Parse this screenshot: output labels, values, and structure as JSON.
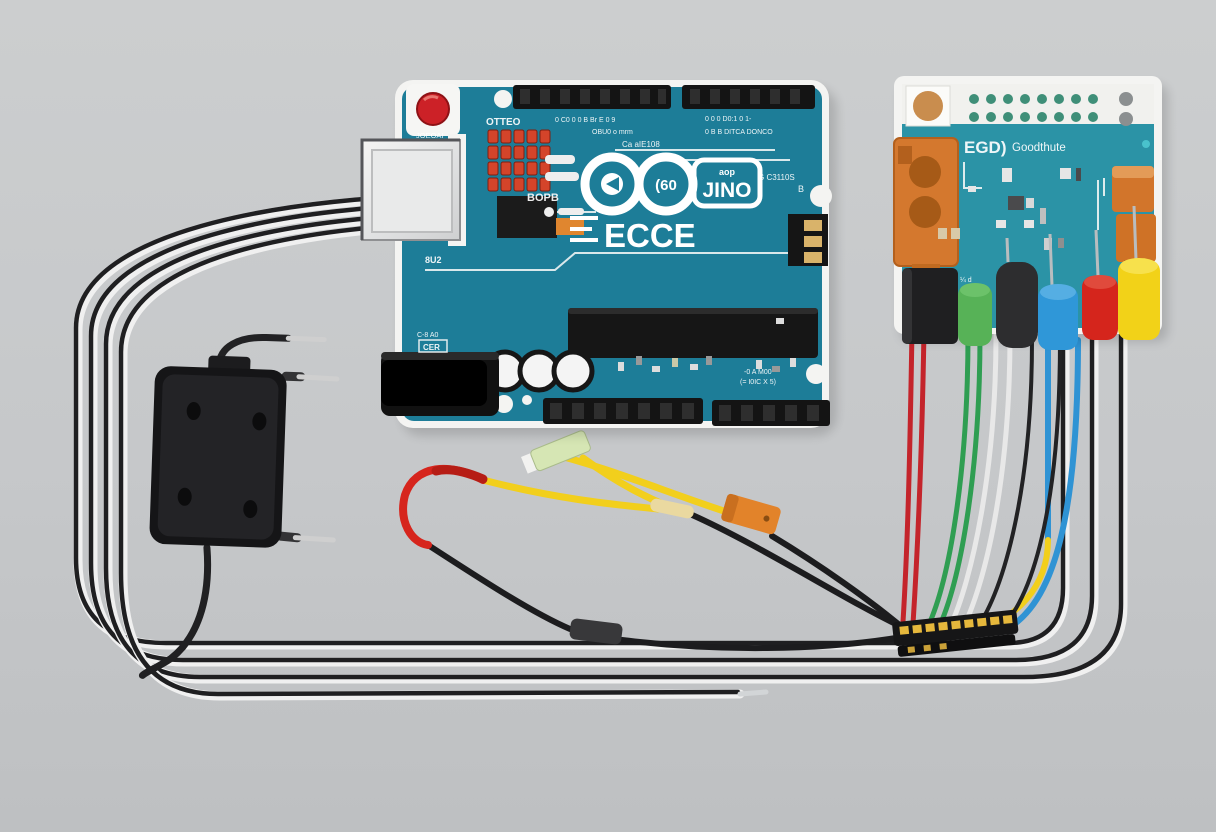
{
  "scene": {
    "description": "3D rendered wiring illustration: an Arduino Uno style board connected by jumper wires to a teal sensor/driver module, with a black power adapter on the left",
    "background_color": "#c7c9cb"
  },
  "palette": {
    "arduino_pcb": "#1d7d98",
    "module_pcb": "#2b93a6",
    "board_edge": "#f4f4f2",
    "orange_part": "#d4782e",
    "wire_black": "#1f1f21",
    "wire_white": "#f0f0f0",
    "wire_red": "#c4242b",
    "wire_green": "#2f9e52",
    "wire_blue": "#2f93d4",
    "wire_yellow": "#f2cf1c",
    "connector_gold": "#e6b83c"
  },
  "arduino_board": {
    "name": "arduino-uno-board",
    "silkscreen": {
      "reset": "OTTEO",
      "under_reset": "JOEOAI",
      "header_left_row": "0 C0   0 0 B  Br   E 0 9",
      "header_mid": "OBU0 o mrm",
      "part_no": "Ca aIE108",
      "header_right_row1": "0 0 0  D0:1  0  1-",
      "header_right_row2": "0 B B  DITCA DONCO",
      "label_bopb": "BOPB",
      "infinity_text": "(60",
      "logo_top": "aop",
      "logo_box": "JINO",
      "ref_right": "G C3110S",
      "ref_b": "B",
      "brand_word": "ECCE",
      "left_ref": "8U2",
      "bl_ref": "C-8 A0",
      "bl_box": "CER",
      "br_row1": "-0 A M00",
      "br_row2": "(= I0IC X 5)"
    }
  },
  "right_board": {
    "name": "sensor-module-board",
    "silkscreen": {
      "brand": "EGD)",
      "title": "Goodthute",
      "note": "¼ d"
    },
    "connector_caps": [
      "black",
      "green",
      "black",
      "blue",
      "red",
      "yellow"
    ]
  },
  "adapter": {
    "name": "black-power-adapter",
    "pins": 3
  },
  "wires": {
    "usb_bundle": "4 black wires with white highlight, from USB socket left, down, along bottom, up to module",
    "harness_colors": [
      "yellow",
      "red",
      "black"
    ],
    "module_wires": [
      "red",
      "red",
      "green",
      "green",
      "white",
      "blue",
      "blue",
      "yellow",
      "black"
    ]
  }
}
